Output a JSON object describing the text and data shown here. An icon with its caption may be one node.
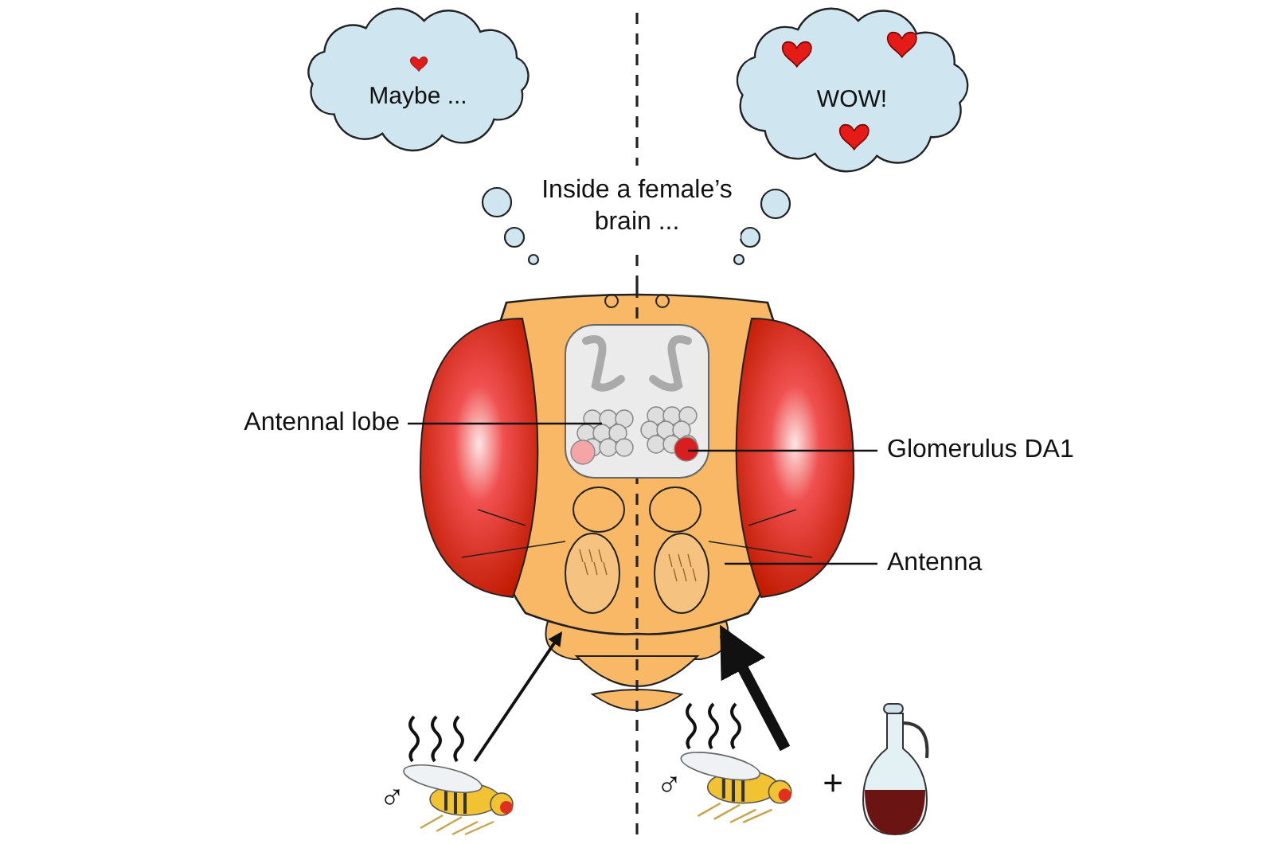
{
  "diagram": {
    "nodes": [
      {
        "text": [
          "Maybe ..."
        ]
      },
      {
        "text": [
          "WOW!"
        ]
      },
      {
        "text": [],
        "shape": "picture"
      },
      {
        "text": [
          "Antennal lobe"
        ]
      },
      {
        "text": [
          "Glomerulus DA1"
        ]
      },
      {
        "text": [
          "Antenna"
        ]
      },
      {
        "text": [],
        "shape": "picture",
        "beside": [
          "♂"
        ]
      },
      {
        "text": [],
        "shape": "picture",
        "beside": [
          "♂"
        ]
      },
      {
        "text": [],
        "shape": "picture"
      }
    ],
    "edges": [
      {
        "from": 3,
        "to": 2,
        "arrow": "none"
      },
      {
        "from": 4,
        "to": 2,
        "arrow": "none"
      },
      {
        "from": 5,
        "to": 2,
        "arrow": "none"
      },
      {
        "from": 6,
        "to": 2,
        "arrow": "to"
      },
      {
        "from": 7,
        "to": 2,
        "arrow": "to",
        "style": "thick"
      }
    ],
    "labels": [
      "Inside a female’s brain ...",
      "+"
    ]
  }
}
